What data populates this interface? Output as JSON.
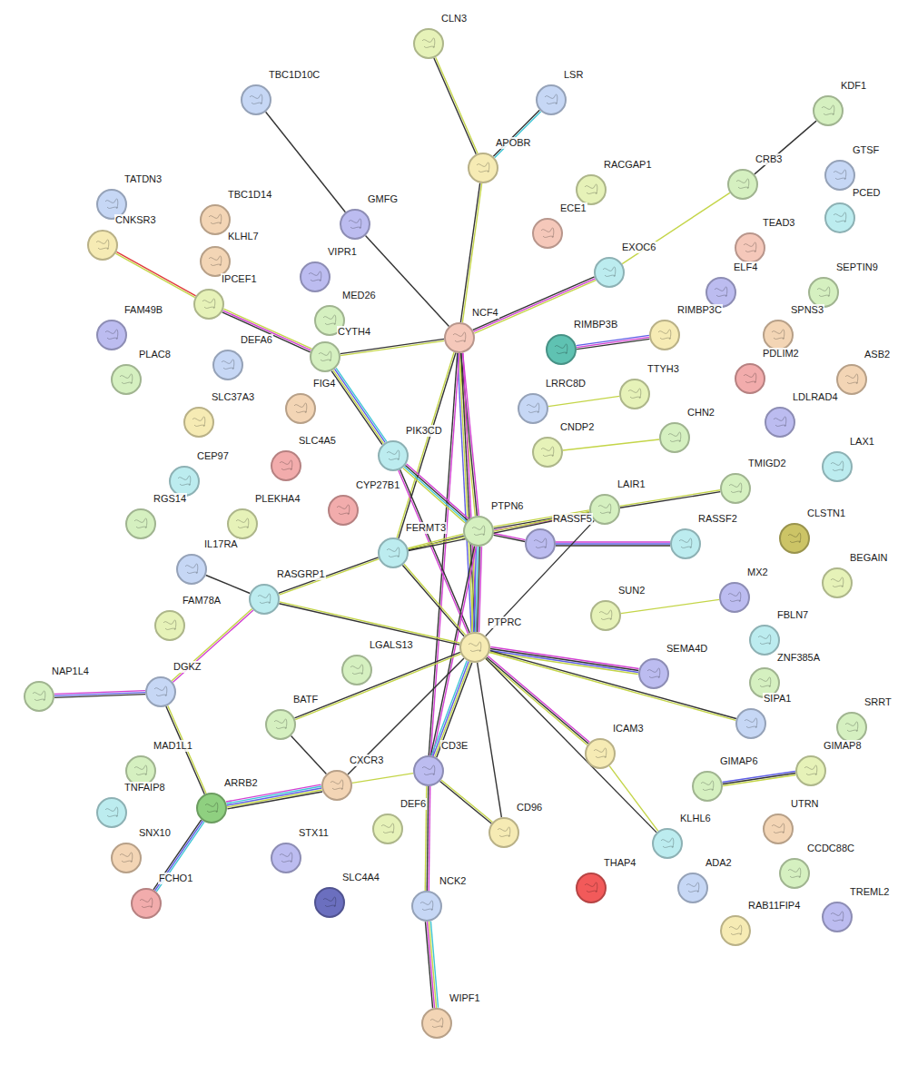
{
  "diagram": {
    "nodes": [
      {
        "text": [
          "CLN3"
        ]
      },
      {
        "text": [
          "TBC1D10C"
        ]
      },
      {
        "text": [
          "LSR"
        ]
      },
      {
        "text": [
          "KDF1"
        ]
      },
      {
        "text": [
          "APOBR"
        ]
      },
      {
        "text": [
          "GTSF"
        ]
      },
      {
        "text": [
          "CRB3"
        ]
      },
      {
        "text": [
          "RACGAP1"
        ]
      },
      {
        "text": [
          "TATDN3"
        ]
      },
      {
        "text": [
          "TBC1D14"
        ]
      },
      {
        "text": [
          "PCED"
        ]
      },
      {
        "text": [
          "GMFG"
        ]
      },
      {
        "text": [
          "ECE1"
        ]
      },
      {
        "text": [
          "CNKSR3"
        ]
      },
      {
        "text": [
          "TEAD3"
        ]
      },
      {
        "text": [
          "KLHL7"
        ]
      },
      {
        "text": [
          "EXOC6"
        ]
      },
      {
        "text": [
          "VIPR1"
        ]
      },
      {
        "text": [
          "ELF4"
        ]
      },
      {
        "text": [
          "SEPTIN9"
        ]
      },
      {
        "text": [
          "IPCEF1"
        ]
      },
      {
        "text": [
          "MED26"
        ]
      },
      {
        "text": [
          "FAM49B"
        ]
      },
      {
        "text": [
          "RIMBP3C"
        ]
      },
      {
        "text": [
          "SPNS3"
        ]
      },
      {
        "text": [
          "NCF4"
        ]
      },
      {
        "text": [
          "RIMBP3B"
        ]
      },
      {
        "text": [
          "CYTH4"
        ]
      },
      {
        "text": [
          "DEFA6"
        ]
      },
      {
        "text": [
          "PDLIM2"
        ]
      },
      {
        "text": [
          "ASB2"
        ]
      },
      {
        "text": [
          "PLAC8"
        ]
      },
      {
        "text": [
          "TTYH3"
        ]
      },
      {
        "text": [
          "FIG4"
        ]
      },
      {
        "text": [
          "LRRC8D"
        ]
      },
      {
        "text": [
          "SLC37A3"
        ]
      },
      {
        "text": [
          "LDLRAD4"
        ]
      },
      {
        "text": [
          "CHN2"
        ]
      },
      {
        "text": [
          "CNDP2"
        ]
      },
      {
        "text": [
          "PIK3CD"
        ]
      },
      {
        "text": [
          "SLC4A5"
        ]
      },
      {
        "text": [
          "LAX1"
        ]
      },
      {
        "text": [
          "CEP97"
        ]
      },
      {
        "text": [
          "TMIGD2"
        ]
      },
      {
        "text": [
          "LAIR1"
        ]
      },
      {
        "text": [
          "CYP27B1"
        ]
      },
      {
        "text": [
          "RGS14"
        ]
      },
      {
        "text": [
          "PLEKHA4"
        ]
      },
      {
        "text": [
          "PTPN6"
        ]
      },
      {
        "text": [
          "CLSTN1"
        ]
      },
      {
        "text": [
          "RASSF5"
        ]
      },
      {
        "text": [
          "RASSF2"
        ]
      },
      {
        "text": [
          "FERMT3"
        ]
      },
      {
        "text": [
          "IL17RA"
        ]
      },
      {
        "text": [
          "BEGAIN"
        ]
      },
      {
        "text": [
          "MX2"
        ]
      },
      {
        "text": [
          "RASGRP1"
        ]
      },
      {
        "text": [
          "SUN2"
        ]
      },
      {
        "text": [
          "FAM78A"
        ]
      },
      {
        "text": [
          "FBLN7"
        ]
      },
      {
        "text": [
          "PTPRC"
        ]
      },
      {
        "text": [
          "LGALS13"
        ]
      },
      {
        "text": [
          "SEMA4D"
        ]
      },
      {
        "text": [
          "ZNF385A"
        ]
      },
      {
        "text": [
          "DGKZ"
        ]
      },
      {
        "text": [
          "NAP1L4"
        ]
      },
      {
        "text": [
          "SIPA1"
        ]
      },
      {
        "text": [
          "BATF"
        ]
      },
      {
        "text": [
          "SRRT"
        ]
      },
      {
        "text": [
          "ICAM3"
        ]
      },
      {
        "text": [
          "MAD1L1"
        ]
      },
      {
        "text": [
          "CD3E"
        ]
      },
      {
        "text": [
          "GIMAP8"
        ]
      },
      {
        "text": [
          "CXCR3"
        ]
      },
      {
        "text": [
          "GIMAP6"
        ]
      },
      {
        "text": [
          "ARRB2"
        ]
      },
      {
        "text": [
          "TNFAIP8"
        ]
      },
      {
        "text": [
          "DEF6"
        ]
      },
      {
        "text": [
          "UTRN"
        ]
      },
      {
        "text": [
          "CD96"
        ]
      },
      {
        "text": [
          "KLHL6"
        ]
      },
      {
        "text": [
          "STX11"
        ]
      },
      {
        "text": [
          "SNX10"
        ]
      },
      {
        "text": [
          "CCDC88C"
        ]
      },
      {
        "text": [
          "THAP4"
        ]
      },
      {
        "text": [
          "ADA2"
        ]
      },
      {
        "text": [
          "SLC4A4"
        ]
      },
      {
        "text": [
          "FCHO1"
        ]
      },
      {
        "text": [
          "NCK2"
        ]
      },
      {
        "text": [
          "TREML2"
        ]
      },
      {
        "text": [
          "RAB11FIP4"
        ]
      },
      {
        "text": [
          "WIPF1"
        ]
      }
    ],
    "edges": [
      {
        "from": 0,
        "to": 4,
        "arrow": "none"
      },
      {
        "from": 2,
        "to": 4,
        "arrow": "none"
      },
      {
        "from": 4,
        "to": 25,
        "arrow": "none"
      },
      {
        "from": 1,
        "to": 11,
        "arrow": "none"
      },
      {
        "from": 11,
        "to": 25,
        "arrow": "none"
      },
      {
        "from": 3,
        "to": 6,
        "arrow": "none"
      },
      {
        "from": 6,
        "to": 16,
        "arrow": "none"
      },
      {
        "from": 16,
        "to": 25,
        "arrow": "none"
      },
      {
        "from": 13,
        "to": 20,
        "arrow": "none"
      },
      {
        "from": 20,
        "to": 27,
        "arrow": "none"
      },
      {
        "from": 27,
        "to": 25,
        "arrow": "none"
      },
      {
        "from": 27,
        "to": 39,
        "arrow": "none"
      },
      {
        "from": 25,
        "to": 52,
        "arrow": "none"
      },
      {
        "from": 25,
        "to": 48,
        "arrow": "none"
      },
      {
        "from": 25,
        "to": 60,
        "arrow": "none"
      },
      {
        "from": 25,
        "to": 71,
        "arrow": "none"
      },
      {
        "from": 26,
        "to": 23,
        "arrow": "none"
      },
      {
        "from": 34,
        "to": 32,
        "arrow": "none"
      },
      {
        "from": 38,
        "to": 37,
        "arrow": "none"
      },
      {
        "from": 39,
        "to": 48,
        "arrow": "none"
      },
      {
        "from": 39,
        "to": 60,
        "arrow": "none"
      },
      {
        "from": 48,
        "to": 44,
        "arrow": "none"
      },
      {
        "from": 44,
        "to": 43,
        "arrow": "none"
      },
      {
        "from": 50,
        "to": 51,
        "arrow": "none"
      },
      {
        "from": 48,
        "to": 50,
        "arrow": "none"
      },
      {
        "from": 52,
        "to": 48,
        "arrow": "none"
      },
      {
        "from": 52,
        "to": 44,
        "arrow": "none"
      },
      {
        "from": 44,
        "to": 60,
        "arrow": "none"
      },
      {
        "from": 48,
        "to": 60,
        "arrow": "none"
      },
      {
        "from": 48,
        "to": 71,
        "arrow": "none"
      },
      {
        "from": 52,
        "to": 60,
        "arrow": "none"
      },
      {
        "from": 52,
        "to": 56,
        "arrow": "none"
      },
      {
        "from": 56,
        "to": 53,
        "arrow": "none"
      },
      {
        "from": 56,
        "to": 60,
        "arrow": "none"
      },
      {
        "from": 56,
        "to": 64,
        "arrow": "none"
      },
      {
        "from": 65,
        "to": 64,
        "arrow": "none"
      },
      {
        "from": 64,
        "to": 75,
        "arrow": "none"
      },
      {
        "from": 75,
        "to": 87,
        "arrow": "none"
      },
      {
        "from": 75,
        "to": 73,
        "arrow": "none"
      },
      {
        "from": 73,
        "to": 67,
        "arrow": "none"
      },
      {
        "from": 67,
        "to": 60,
        "arrow": "none"
      },
      {
        "from": 73,
        "to": 60,
        "arrow": "none"
      },
      {
        "from": 73,
        "to": 71,
        "arrow": "none"
      },
      {
        "from": 71,
        "to": 60,
        "arrow": "none"
      },
      {
        "from": 71,
        "to": 79,
        "arrow": "none"
      },
      {
        "from": 60,
        "to": 79,
        "arrow": "none"
      },
      {
        "from": 60,
        "to": 62,
        "arrow": "none"
      },
      {
        "from": 60,
        "to": 66,
        "arrow": "none"
      },
      {
        "from": 60,
        "to": 69,
        "arrow": "none"
      },
      {
        "from": 60,
        "to": 80,
        "arrow": "none"
      },
      {
        "from": 69,
        "to": 80,
        "arrow": "none"
      },
      {
        "from": 71,
        "to": 88,
        "arrow": "none"
      },
      {
        "from": 88,
        "to": 91,
        "arrow": "none"
      },
      {
        "from": 57,
        "to": 55,
        "arrow": "none"
      },
      {
        "from": 74,
        "to": 72,
        "arrow": "none"
      }
    ]
  }
}
